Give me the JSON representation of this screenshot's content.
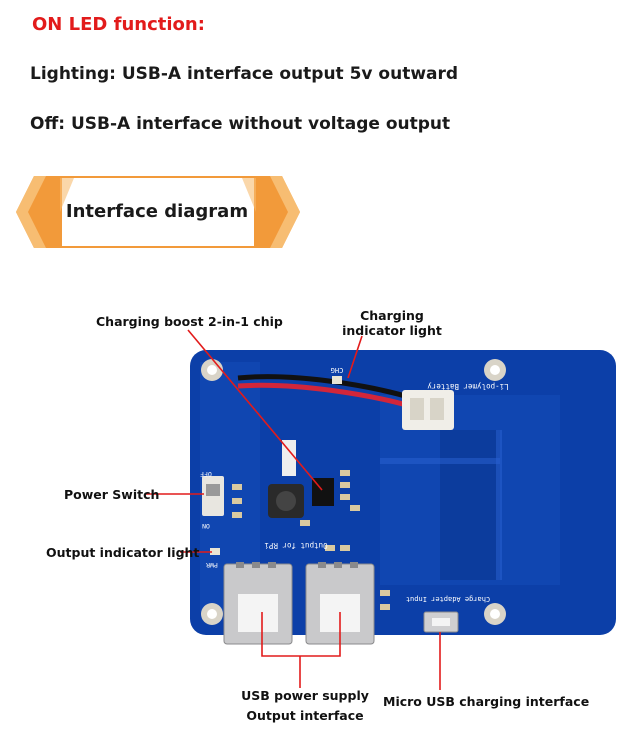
{
  "led_section": {
    "title": "ON LED function:",
    "line_lighting": "Lighting: USB-A interface output 5v outward",
    "line_off": "Off: USB-A interface without voltage output"
  },
  "banner": {
    "text": "Interface diagram"
  },
  "colors": {
    "accent_red": "#e21b1b",
    "banner_orange": "#f29a3a",
    "board_blue": "#0c3fa8"
  },
  "labels": {
    "chip": "Charging boost 2-in-1 chip",
    "charging_light_line1": "Charging",
    "charging_light_line2": "indicator light",
    "power_switch": "Power Switch",
    "output_light": "Output indicator light",
    "usb_supply_line1": "USB power supply",
    "usb_supply_line2": "Output interface",
    "micro_usb": "Micro USB charging interface"
  },
  "board_silkscreen": {
    "chg": "CHG",
    "battery": "Li-polymer Battery",
    "off": "OFF",
    "on": "ON",
    "output_for": "Output for RPi",
    "pwr": "PWR",
    "charge_input": "Charge Adapter Input"
  }
}
